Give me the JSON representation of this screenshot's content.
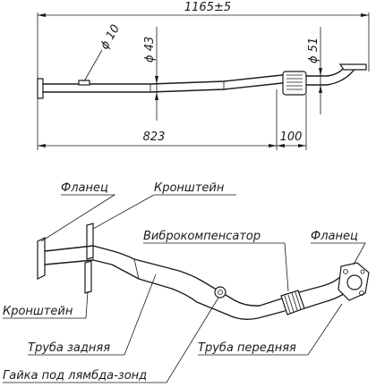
{
  "top_view": {
    "overall_length": "1165±5",
    "dia_small_pipe": "ϕ 10",
    "dia_pipe": "ϕ 43",
    "dia_outlet": "ϕ 51",
    "length_a": "823",
    "length_b": "100"
  },
  "iso_view": {
    "flange_left": "Фланец",
    "bracket_top": "Кронштейн",
    "vibro": "Виброкомпенсатор",
    "flange_right": "Фланец",
    "bracket_bottom": "Кронштейн",
    "rear_pipe": "Труба задняя",
    "front_pipe": "Труба передняя",
    "lambda_nut": "Гайка под лямбда-зонд"
  },
  "colors": {
    "line": "#1a1a1a",
    "background": "#ffffff"
  }
}
